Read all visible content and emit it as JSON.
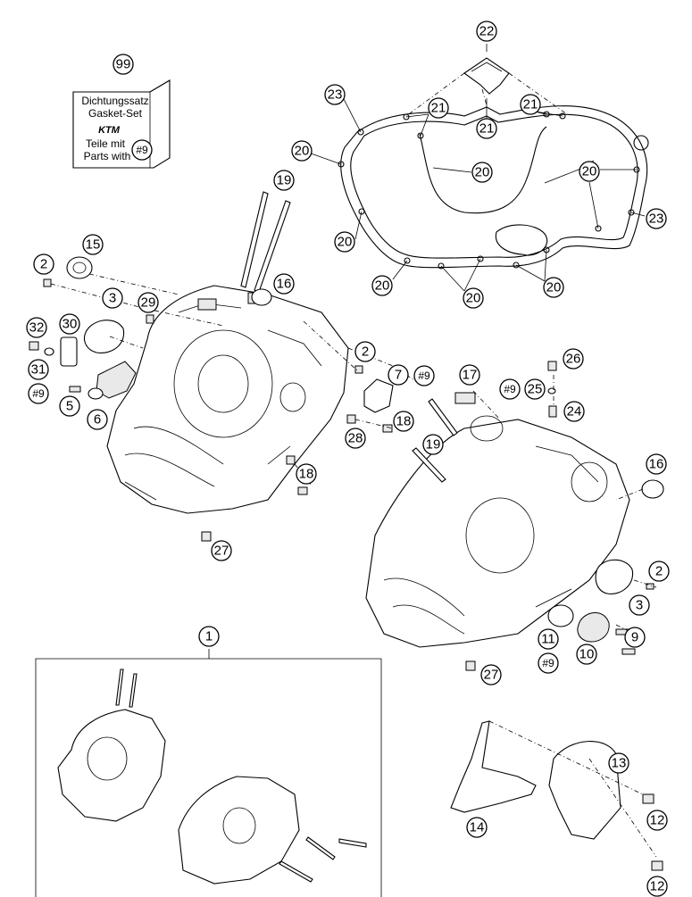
{
  "kit_box": {
    "line1": "Dichtungssatz",
    "line2": "Gasket-Set",
    "logo": "KTM",
    "line3": "Teile mit",
    "line4": "Parts with",
    "ref": "#9"
  },
  "callouts": [
    {
      "id": "c99",
      "label": "99"
    },
    {
      "id": "c22",
      "label": "22"
    },
    {
      "id": "c23a",
      "label": "23"
    },
    {
      "id": "c21a",
      "label": "21"
    },
    {
      "id": "c21b",
      "label": "21"
    },
    {
      "id": "c21c",
      "label": "21"
    },
    {
      "id": "c20a",
      "label": "20"
    },
    {
      "id": "c20b",
      "label": "20"
    },
    {
      "id": "c20c",
      "label": "20"
    },
    {
      "id": "c20d",
      "label": "20"
    },
    {
      "id": "c20e",
      "label": "20"
    },
    {
      "id": "c20f",
      "label": "20"
    },
    {
      "id": "c20g",
      "label": "20"
    },
    {
      "id": "c23b",
      "label": "23"
    },
    {
      "id": "c19a",
      "label": "19"
    },
    {
      "id": "c15",
      "label": "15"
    },
    {
      "id": "c2a",
      "label": "2"
    },
    {
      "id": "c16a",
      "label": "16"
    },
    {
      "id": "c3a",
      "label": "3"
    },
    {
      "id": "c29",
      "label": "29"
    },
    {
      "id": "c32",
      "label": "32"
    },
    {
      "id": "c30",
      "label": "30"
    },
    {
      "id": "c31",
      "label": "31"
    },
    {
      "id": "c9a",
      "label": "#9"
    },
    {
      "id": "c5",
      "label": "5"
    },
    {
      "id": "c6",
      "label": "6"
    },
    {
      "id": "c2b",
      "label": "2"
    },
    {
      "id": "c7",
      "label": "7"
    },
    {
      "id": "c9b",
      "label": "#9"
    },
    {
      "id": "c17",
      "label": "17"
    },
    {
      "id": "c26",
      "label": "26"
    },
    {
      "id": "c9c",
      "label": "#9"
    },
    {
      "id": "c25",
      "label": "25"
    },
    {
      "id": "c24",
      "label": "24"
    },
    {
      "id": "c18a",
      "label": "18"
    },
    {
      "id": "c28",
      "label": "28"
    },
    {
      "id": "c19b",
      "label": "19"
    },
    {
      "id": "c16b",
      "label": "16"
    },
    {
      "id": "c18b",
      "label": "18"
    },
    {
      "id": "c27a",
      "label": "27"
    },
    {
      "id": "c2c",
      "label": "2"
    },
    {
      "id": "c3b",
      "label": "3"
    },
    {
      "id": "c11",
      "label": "11"
    },
    {
      "id": "c9d",
      "label": "9"
    },
    {
      "id": "c9e",
      "label": "#9"
    },
    {
      "id": "c10",
      "label": "10"
    },
    {
      "id": "c27b",
      "label": "27"
    },
    {
      "id": "c1",
      "label": "1"
    },
    {
      "id": "c13",
      "label": "13"
    },
    {
      "id": "c14",
      "label": "14"
    },
    {
      "id": "c12a",
      "label": "12"
    },
    {
      "id": "c12b",
      "label": "12"
    }
  ]
}
